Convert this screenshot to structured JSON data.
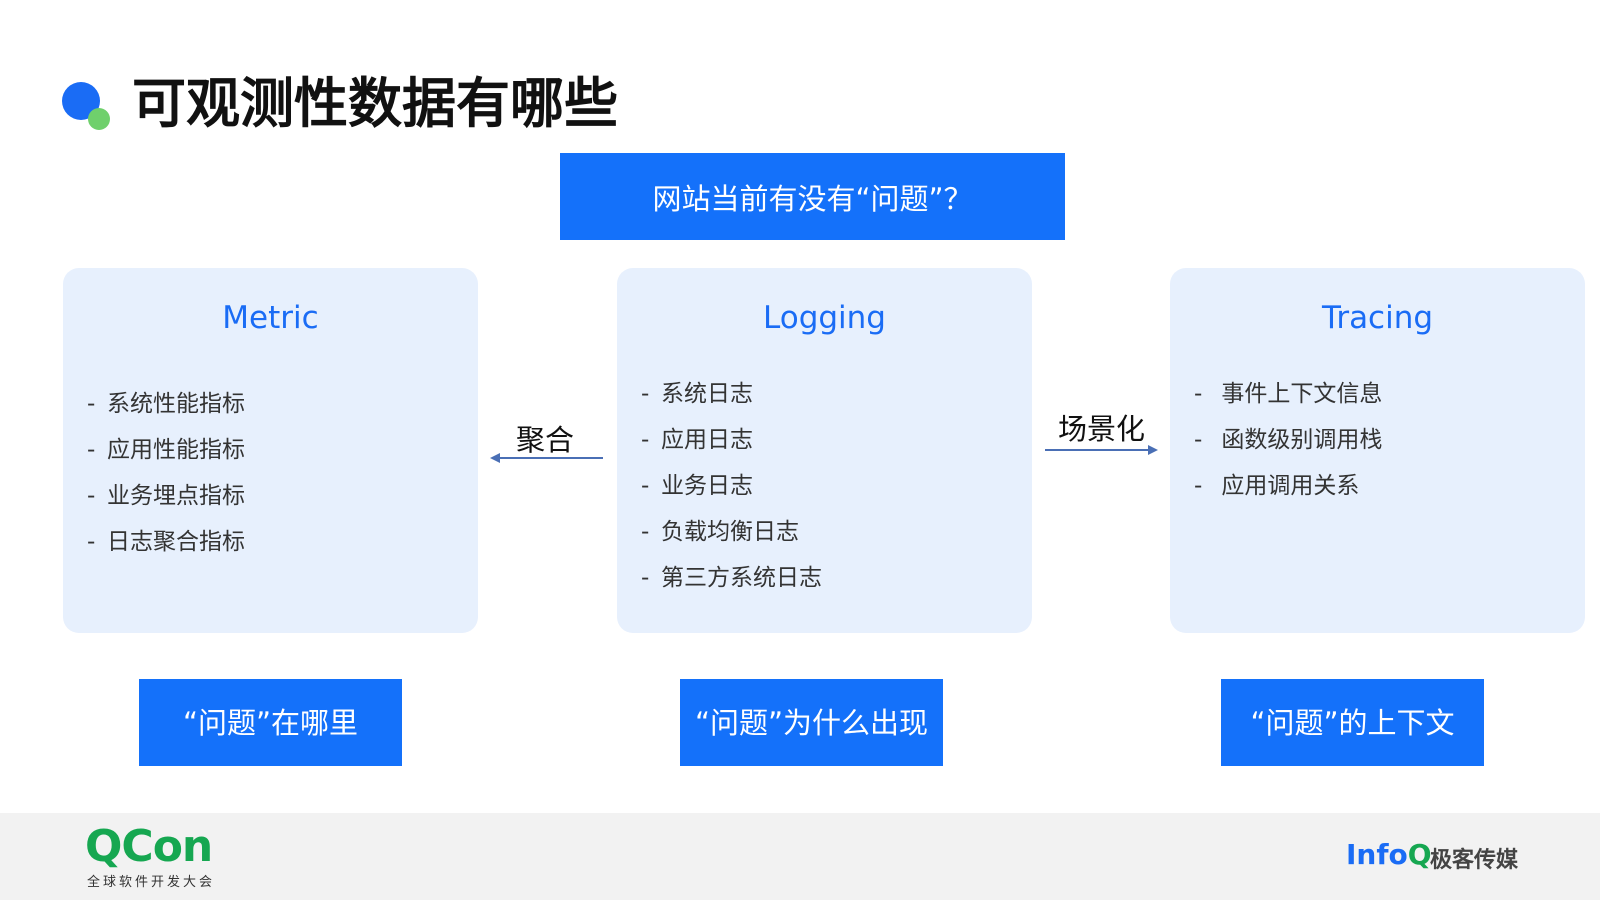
{
  "slide": {
    "title": "可观测性数据有哪些",
    "question": "网站当前有没有“问题”？"
  },
  "cards": [
    {
      "title": "Metric",
      "items": [
        "系统性能指标",
        "应用性能指标",
        "业务埋点指标",
        "日志聚合指标"
      ]
    },
    {
      "title": "Logging",
      "items": [
        "系统日志",
        "应用日志",
        "业务日志",
        "负载均衡日志",
        "第三方系统日志"
      ]
    },
    {
      "title": "Tracing",
      "items": [
        "事件上下文信息",
        "函数级别调用栈",
        "应用调用关系"
      ]
    }
  ],
  "connectors": {
    "left_label": "聚合",
    "right_label": "场景化"
  },
  "answers": {
    "where": "“问题”在哪里",
    "why": "“问题”为什么出现",
    "context": "“问题”的上下文"
  },
  "footer": {
    "qcon_logo": "QCon",
    "qcon_subtitle": "全球软件开发大会",
    "infoq_logo_prefix": "Info",
    "infoq_logo_q": "Q",
    "geek_media": "极客传媒"
  },
  "colors": {
    "accent_blue": "#1471fa",
    "card_bg": "#e7f0fd",
    "card_title": "#1a6cf5",
    "dot_green": "#6fd06c",
    "qcon_green": "#16a751"
  }
}
